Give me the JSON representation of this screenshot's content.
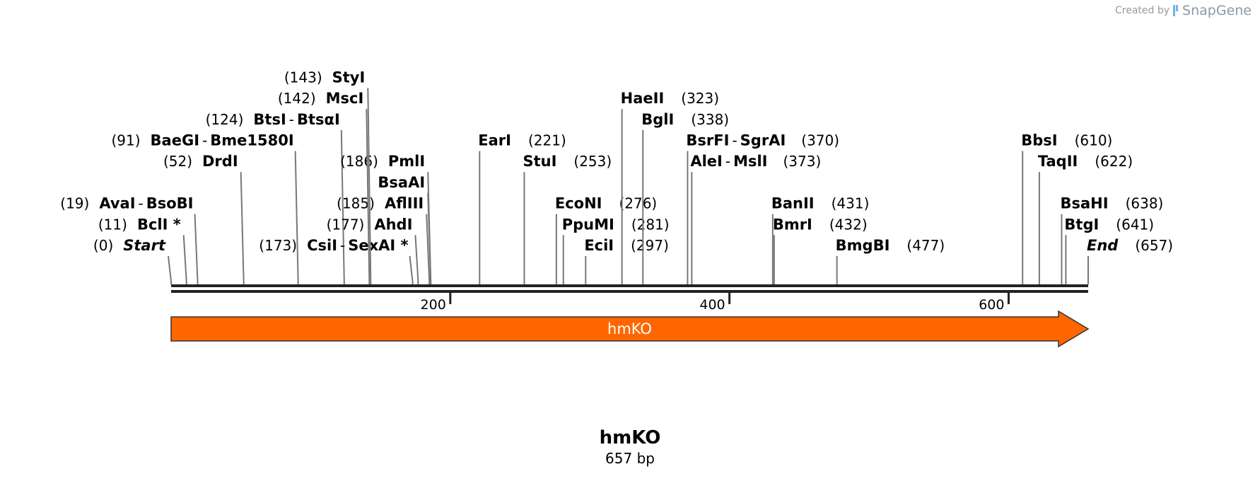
{
  "credit": {
    "prefix": "Created by",
    "brand": "SnapGene"
  },
  "sequence": {
    "name": "hmKO",
    "length_label": "657 bp",
    "length": 657
  },
  "feature": {
    "name": "hmKO",
    "start": 1,
    "end": 657,
    "color": "#ff6600",
    "direction": "forward"
  },
  "ruler_ticks": [
    {
      "pos": 200,
      "label": "200"
    },
    {
      "pos": 400,
      "label": "400"
    },
    {
      "pos": 600,
      "label": "600"
    }
  ],
  "sites": [
    {
      "id": "start",
      "row": 0,
      "side": "left",
      "label": "Start",
      "pos_label": "(0)",
      "cut": 0,
      "italic": true
    },
    {
      "id": "bcli",
      "row": 1,
      "side": "left",
      "label": "BclI *",
      "pos_label": "(11)",
      "cut": 11
    },
    {
      "id": "avai",
      "row": 2,
      "side": "left",
      "label": "AvaI",
      "label2": "BsoBI",
      "pos_label": "(19)",
      "cut": 19
    },
    {
      "id": "drdi",
      "row": 4,
      "side": "left",
      "label": "DrdI",
      "pos_label": "(52)",
      "cut": 52
    },
    {
      "id": "baegi",
      "row": 5,
      "side": "left",
      "label": "BaeGI",
      "label2": "Bme1580I",
      "pos_label": "(91)",
      "cut": 91
    },
    {
      "id": "btsi",
      "row": 6,
      "side": "left",
      "label": "BtsI",
      "label2": "BtsαI",
      "pos_label": "(124)",
      "cut": 124
    },
    {
      "id": "csii",
      "row": 0,
      "side": "left",
      "label": "CsiI",
      "label2": "SexAI *",
      "pos_label": "(173)",
      "cut": 173
    },
    {
      "id": "ahdi",
      "row": 1,
      "side": "left",
      "label": "AhdI",
      "pos_label": "(177)",
      "cut": 177
    },
    {
      "id": "afliii",
      "row": 2,
      "side": "left",
      "label": "AflIII",
      "pos_label": "(185)",
      "cut": 185
    },
    {
      "id": "bsaai",
      "row": 3,
      "side": "left",
      "label": "BsaAI",
      "pos_label": "",
      "cut": 186
    },
    {
      "id": "pmli",
      "row": 4,
      "side": "left",
      "label": "PmlI",
      "pos_label": "(186)",
      "cut": 186
    },
    {
      "id": "msci",
      "row": 7,
      "side": "left",
      "label": "MscI",
      "pos_label": "(142)",
      "cut": 142
    },
    {
      "id": "styi",
      "row": 8,
      "side": "left",
      "label": "StyI",
      "pos_label": "(143)",
      "cut": 143
    },
    {
      "id": "eari",
      "row": 5,
      "side": "right",
      "label": "EarI",
      "pos_label": "(221)",
      "cut": 221
    },
    {
      "id": "stui",
      "row": 4,
      "side": "right",
      "label": "StuI",
      "pos_label": "(253)",
      "cut": 253
    },
    {
      "id": "econi",
      "row": 2,
      "side": "right",
      "label": "EcoNI",
      "pos_label": "(276)",
      "cut": 276
    },
    {
      "id": "ppumi",
      "row": 1,
      "side": "right",
      "label": "PpuMI",
      "pos_label": "(281)",
      "cut": 281
    },
    {
      "id": "ecii",
      "row": 0,
      "side": "right",
      "label": "EciI",
      "pos_label": "(297)",
      "cut": 297
    },
    {
      "id": "haeii",
      "row": 7,
      "side": "right",
      "label": "HaeII",
      "pos_label": "(323)",
      "cut": 323
    },
    {
      "id": "bgli",
      "row": 6,
      "side": "right",
      "label": "BglI",
      "pos_label": "(338)",
      "cut": 338
    },
    {
      "id": "bsrfi",
      "row": 5,
      "side": "right",
      "label": "BsrFI",
      "label2": "SgrAI",
      "pos_label": "(370)",
      "cut": 370
    },
    {
      "id": "alei",
      "row": 4,
      "side": "right",
      "label": "AleI",
      "label2": "MslI",
      "pos_label": "(373)",
      "cut": 373
    },
    {
      "id": "banii",
      "row": 2,
      "side": "right",
      "label": "BanII",
      "pos_label": "(431)",
      "cut": 431
    },
    {
      "id": "bmri",
      "row": 1,
      "side": "right",
      "label": "BmrI",
      "pos_label": "(432)",
      "cut": 432
    },
    {
      "id": "bmgbi",
      "row": 0,
      "side": "right",
      "label": "BmgBI",
      "pos_label": "(477)",
      "cut": 477
    },
    {
      "id": "bbsi",
      "row": 5,
      "side": "right",
      "label": "BbsI",
      "pos_label": "(610)",
      "cut": 610
    },
    {
      "id": "taqii",
      "row": 4,
      "side": "right",
      "label": "TaqII",
      "pos_label": "(622)",
      "cut": 622
    },
    {
      "id": "bsahi",
      "row": 2,
      "side": "right",
      "label": "BsaHI",
      "pos_label": "(638)",
      "cut": 638
    },
    {
      "id": "btgi",
      "row": 1,
      "side": "right",
      "label": "BtgI",
      "pos_label": "(641)",
      "cut": 641
    },
    {
      "id": "end",
      "row": 0,
      "side": "right",
      "label": "End",
      "pos_label": "(657)",
      "cut": 657,
      "italic": true
    }
  ]
}
